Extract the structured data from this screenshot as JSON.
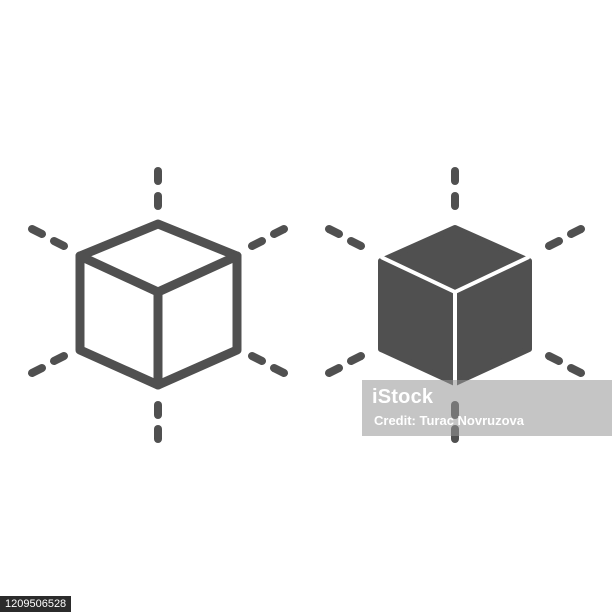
{
  "colors": {
    "icon": "#505050",
    "background": "#ffffff",
    "watermark_fill": "#969696",
    "id_badge": "#2b2b2b"
  },
  "icons": {
    "line_style": "cube-outline-icon",
    "solid_style": "cube-solid-icon"
  },
  "watermark": {
    "brand": "iStock",
    "credit": "Credit: Turac Novruzova"
  },
  "stock_id": "1209506528"
}
